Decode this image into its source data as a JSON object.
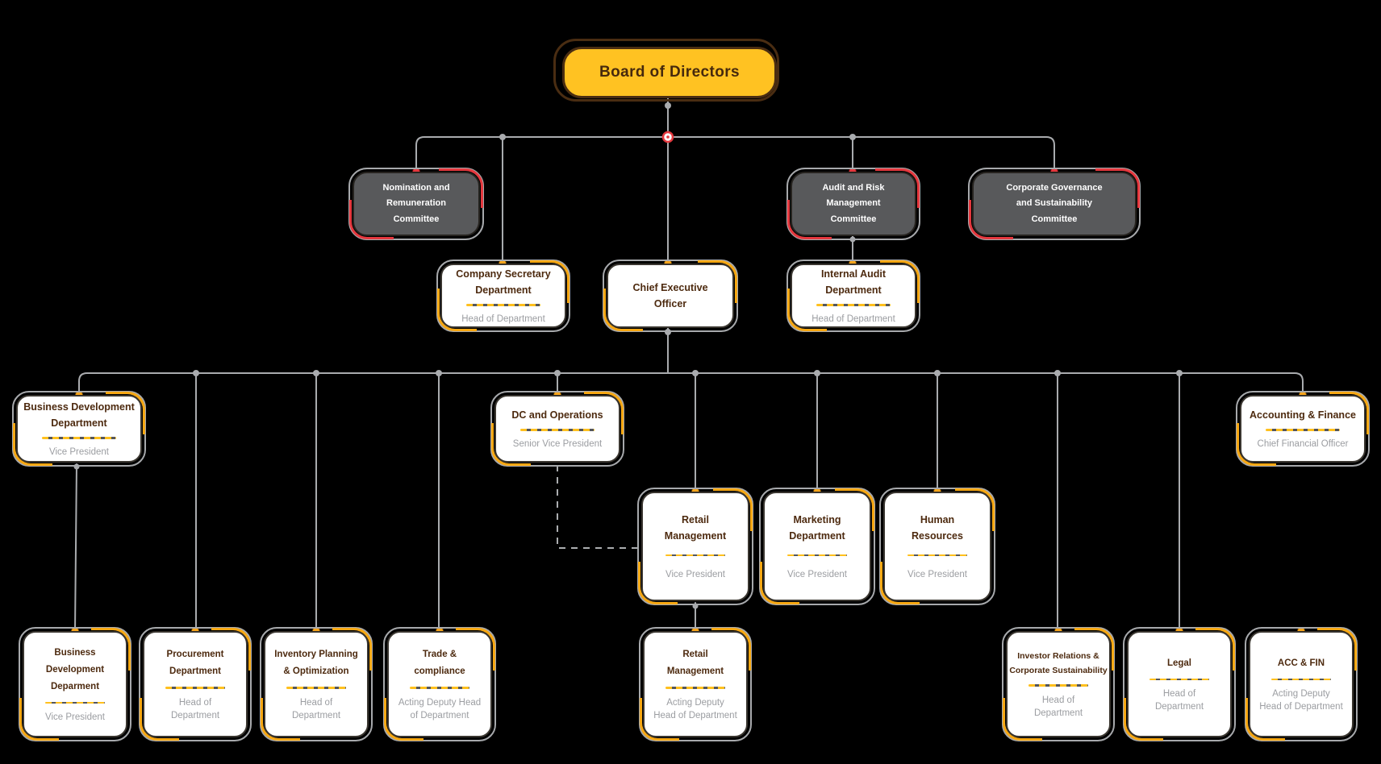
{
  "palette": {
    "background": "#000000",
    "board_fill": "#ffc222",
    "board_border": "#4a2d12",
    "committee_fill": "#58595b",
    "committee_accent": "#e5383e",
    "node_fill": "#ffffff",
    "node_border": "#39352f",
    "node_accent": "#f7a813",
    "wire_gray": "#a9abae",
    "title_brown": "#4d2a0f",
    "subtitle_gray": "#9b9da1"
  },
  "nodes": {
    "board": {
      "title": "Board of Directors"
    },
    "nomination": {
      "lines": [
        "Nomination and",
        "Remuneration",
        "Committee"
      ]
    },
    "audit_committee": {
      "lines": [
        "Audit and Risk",
        "Management",
        "Committee"
      ]
    },
    "governance_committee": {
      "lines": [
        "Corporate Governance",
        "and Sustainability",
        "Committee"
      ]
    },
    "company_secretary": {
      "title": [
        "Company Secretary",
        "Department"
      ],
      "subtitle": [
        "Head of Department"
      ]
    },
    "ceo": {
      "title": [
        "Chief Executive",
        "Officer"
      ]
    },
    "internal_audit": {
      "title": [
        "Internal Audit",
        "Department"
      ],
      "subtitle": [
        "Head of Department"
      ]
    },
    "business_development": {
      "title": [
        "Business Development",
        "Department"
      ],
      "subtitle": [
        "Vice President"
      ]
    },
    "dc_operations": {
      "title": [
        "DC and Operations"
      ],
      "subtitle": [
        "Senior Vice President"
      ]
    },
    "accounting_finance": {
      "title": [
        "Accounting & Finance"
      ],
      "subtitle": [
        "Chief Financial Officer"
      ]
    },
    "retail_management": {
      "title": [
        "Retail",
        "Management"
      ],
      "subtitle": [
        "Vice President"
      ]
    },
    "marketing": {
      "title": [
        "Marketing",
        "Department"
      ],
      "subtitle": [
        "Vice President"
      ]
    },
    "human_resources": {
      "title": [
        "Human",
        "Resources"
      ],
      "subtitle": [
        "Vice President"
      ]
    },
    "business_development_2": {
      "title": [
        "Business",
        "Development",
        "Deparment"
      ],
      "subtitle": [
        "Vice President"
      ]
    },
    "procurement": {
      "title": [
        "Procurement",
        "Department"
      ],
      "subtitle": [
        "Head of",
        "Department"
      ]
    },
    "inventory_planning": {
      "title": [
        "Inventory Planning",
        "& Optimization"
      ],
      "subtitle": [
        "Head of",
        "Department"
      ]
    },
    "trade_compliance": {
      "title": [
        "Trade &",
        "compliance"
      ],
      "subtitle": [
        "Acting Deputy Head",
        "of Department"
      ]
    },
    "retail_management_2": {
      "title": [
        "Retail",
        "Management"
      ],
      "subtitle": [
        "Acting Deputy",
        "Head of Department"
      ]
    },
    "investor_relations": {
      "title": [
        "Investor Relations &",
        "Corporate Sustainability"
      ],
      "subtitle": [
        "Head of",
        "Department"
      ]
    },
    "legal": {
      "title": [
        "Legal"
      ],
      "subtitle": [
        "Head of",
        "Department"
      ]
    },
    "acc_fin": {
      "title": [
        "ACC & FIN"
      ],
      "subtitle": [
        "Acting Deputy",
        "Head of Department"
      ]
    }
  }
}
